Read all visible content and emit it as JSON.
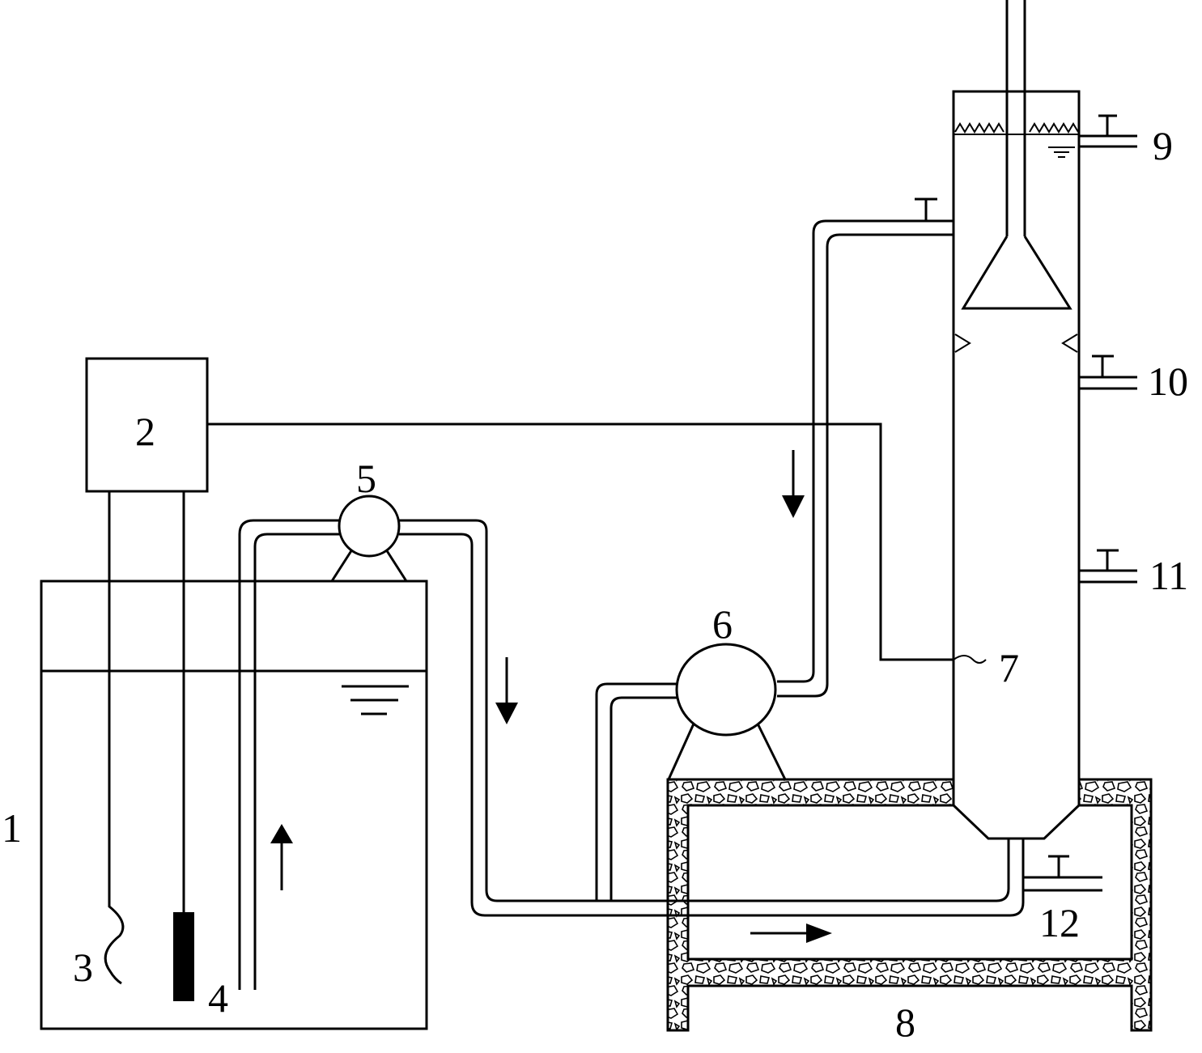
{
  "labels": {
    "tank": "1",
    "controller": "2",
    "heater": "3",
    "sensor": "4",
    "pump_feed": "5",
    "pump_recirc": "6",
    "temp_probe": "7",
    "water_jacket": "8",
    "port_gas": "9",
    "port_upper": "10",
    "port_middle": "11",
    "port_bottom": "12"
  },
  "colors": {
    "line": "#000000",
    "background": "#ffffff",
    "probe_fill": "#000000"
  },
  "icons": {
    "arrows": [
      "arrow-up-icon",
      "arrow-down-icon",
      "arrow-down-icon",
      "arrow-right-icon"
    ],
    "water_level": "water-level-icon",
    "valves": [
      "valve-icon",
      "valve-icon",
      "valve-icon",
      "valve-icon",
      "valve-icon"
    ]
  }
}
